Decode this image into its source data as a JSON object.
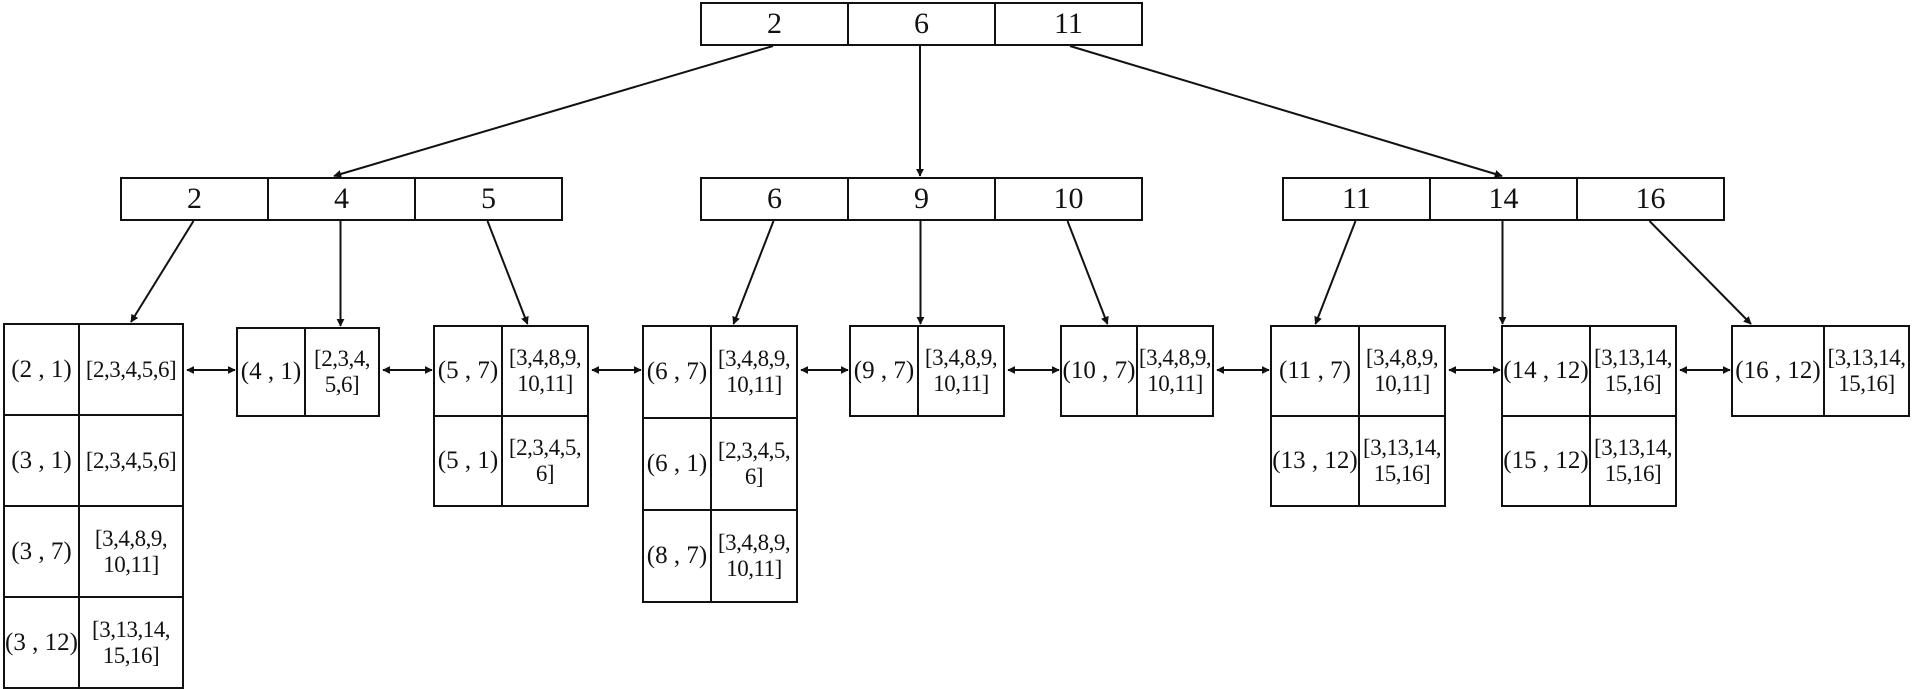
{
  "root": {
    "keys": [
      "2",
      "6",
      "11"
    ]
  },
  "internal": [
    {
      "keys": [
        "2",
        "4",
        "5"
      ]
    },
    {
      "keys": [
        "6",
        "9",
        "10"
      ]
    },
    {
      "keys": [
        "11",
        "14",
        "16"
      ]
    }
  ],
  "leaves": [
    {
      "rows": [
        {
          "pair": "(2 , 1)",
          "list": "[2,3,4,5,6]"
        },
        {
          "pair": "(3 , 1)",
          "list": "[2,3,4,5,6]"
        },
        {
          "pair": "(3 , 7)",
          "list": "[3,4,8,9,\n10,11]"
        },
        {
          "pair": "(3 , 12)",
          "list": "[3,13,14,\n15,16]"
        }
      ]
    },
    {
      "rows": [
        {
          "pair": "(4 , 1)",
          "list": "[2,3,4,\n5,6]"
        }
      ]
    },
    {
      "rows": [
        {
          "pair": "(5 , 7)",
          "list": "[3,4,8,9,\n10,11]"
        },
        {
          "pair": "(5 , 1)",
          "list": "[2,3,4,5,\n6]"
        }
      ]
    },
    {
      "rows": [
        {
          "pair": "(6 , 7)",
          "list": "[3,4,8,9,\n10,11]"
        },
        {
          "pair": "(6 , 1)",
          "list": "[2,3,4,5,\n6]"
        },
        {
          "pair": "(8 , 7)",
          "list": "[3,4,8,9,\n10,11]"
        }
      ]
    },
    {
      "rows": [
        {
          "pair": "(9 , 7)",
          "list": "[3,4,8,9,\n10,11]"
        }
      ]
    },
    {
      "rows": [
        {
          "pair": "(10 , 7)",
          "list": "[3,4,8,9,\n10,11]"
        }
      ]
    },
    {
      "rows": [
        {
          "pair": "(11 , 7)",
          "list": "[3,4,8,9,\n10,11]"
        },
        {
          "pair": "(13 , 12)",
          "list": "[3,13,14,\n15,16]"
        }
      ]
    },
    {
      "rows": [
        {
          "pair": "(14 , 12)",
          "list": "[3,13,14,\n15,16]"
        },
        {
          "pair": "(15 , 12)",
          "list": "[3,13,14,\n15,16]"
        }
      ]
    },
    {
      "rows": [
        {
          "pair": "(16 , 12)",
          "list": "[3,13,14,\n15,16]"
        }
      ]
    }
  ]
}
